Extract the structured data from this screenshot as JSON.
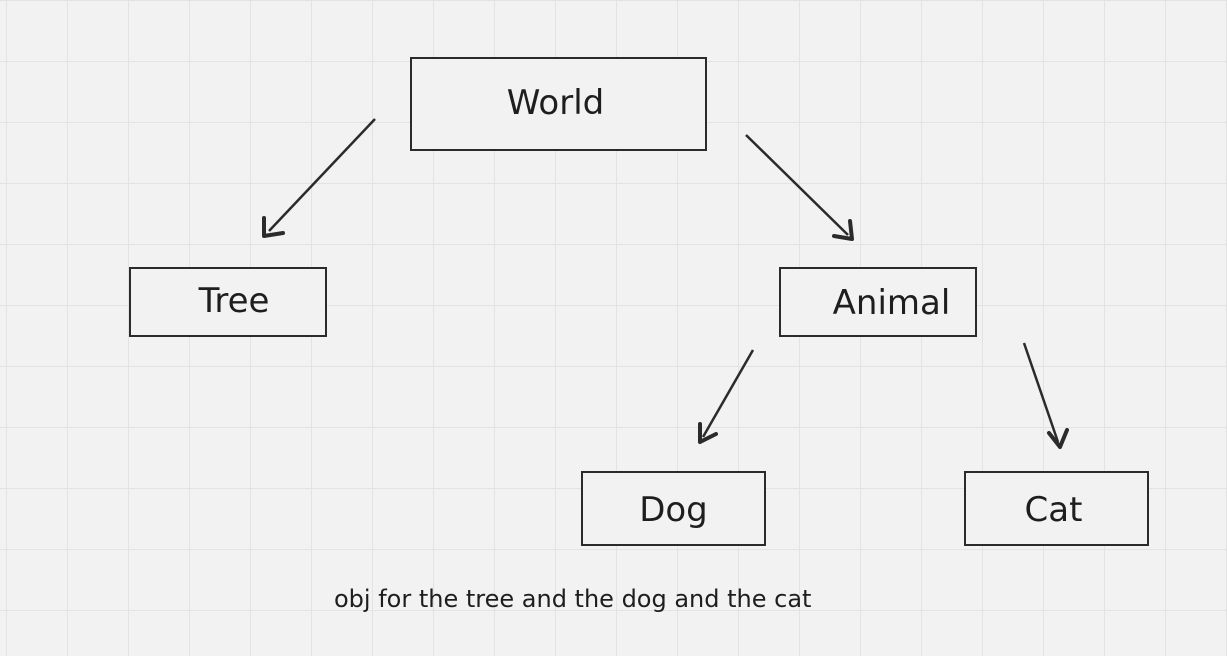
{
  "diagram": {
    "nodes": {
      "world": "World",
      "tree": "Tree",
      "animal": "Animal",
      "dog": "Dog",
      "cat": "Cat"
    },
    "edges": [
      {
        "from": "World",
        "to": "Tree"
      },
      {
        "from": "World",
        "to": "Animal"
      },
      {
        "from": "Animal",
        "to": "Dog"
      },
      {
        "from": "Animal",
        "to": "Cat"
      }
    ],
    "caption": "obj for the tree and the dog and the cat"
  },
  "colors": {
    "background": "#f2f2f2",
    "grid": "#e3e3e3",
    "stroke": "#2b2b2b",
    "text": "#1e1e1e"
  }
}
